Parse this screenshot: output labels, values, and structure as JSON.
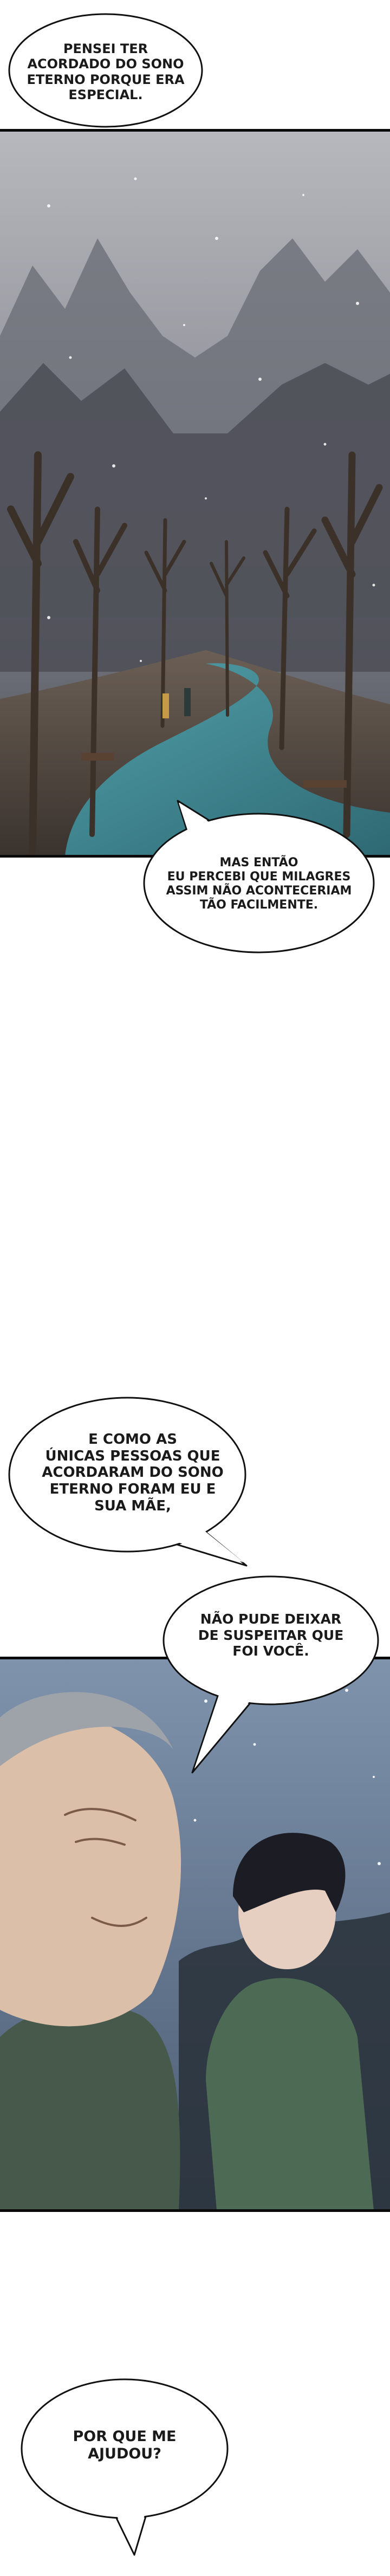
{
  "colors": {
    "background": "#ffffff",
    "panel_border": "#0a0a0a",
    "bubble_fill": "#ffffff",
    "bubble_stroke": "#111111",
    "text": "#1a1a1a"
  },
  "bubbles": {
    "b1": {
      "lines": [
        "PENSEI TER",
        "ACORDADO DO SONO",
        "ETERNO PORQUE ERA",
        "ESPECIAL."
      ]
    },
    "b2": {
      "lines": [
        "MAS ENTÃO",
        "EU PERCEBI QUE MILAGRES",
        "ASSIM NÃO ACONTECERIAM",
        "TÃO FACILMENTE."
      ]
    },
    "b3": {
      "lines": [
        "E COMO AS",
        "ÚNICAS PESSOAS QUE",
        "ACORDARAM DO SONO",
        "ETERNO FORAM EU E",
        "SUA MÃE,"
      ]
    },
    "b4": {
      "lines": [
        "NÃO PUDE DEIXAR",
        "DE SUSPEITAR QUE",
        "FOI VOCÊ."
      ]
    },
    "b5": {
      "lines": [
        "POR QUE ME",
        "AJUDOU?"
      ]
    }
  }
}
